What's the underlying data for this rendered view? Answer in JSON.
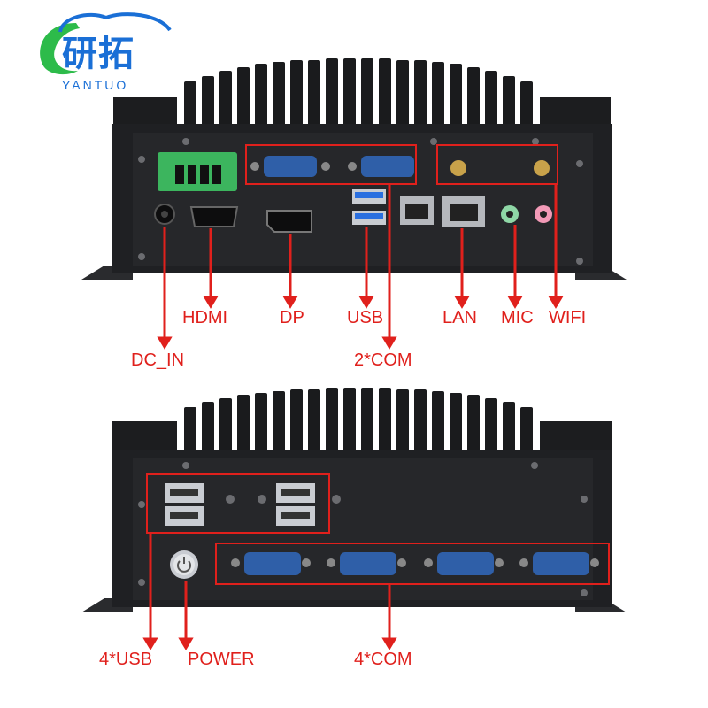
{
  "brand": {
    "logo_cn": "研拓",
    "logo_en": "YANTUO"
  },
  "front_labels": {
    "dc_in": "DC_IN",
    "hdmi": "HDMI",
    "dp": "DP",
    "usb": "USB",
    "com": "2*COM",
    "lan": "LAN",
    "mic": "MIC",
    "wifi": "WIFI"
  },
  "back_labels": {
    "usb": "4*USB",
    "power": "POWER",
    "com": "4*COM"
  },
  "colors": {
    "chassis": "#1b1c1e",
    "panel": "#232427",
    "callout": "#e0201c",
    "com_port": "#2f5fa8",
    "terminal": "#3cb55e",
    "usb3": "#2a6fe0",
    "mic_jack": "#8fd7a6",
    "line_jack": "#f29ab7",
    "logo": "#1a6fd6"
  }
}
